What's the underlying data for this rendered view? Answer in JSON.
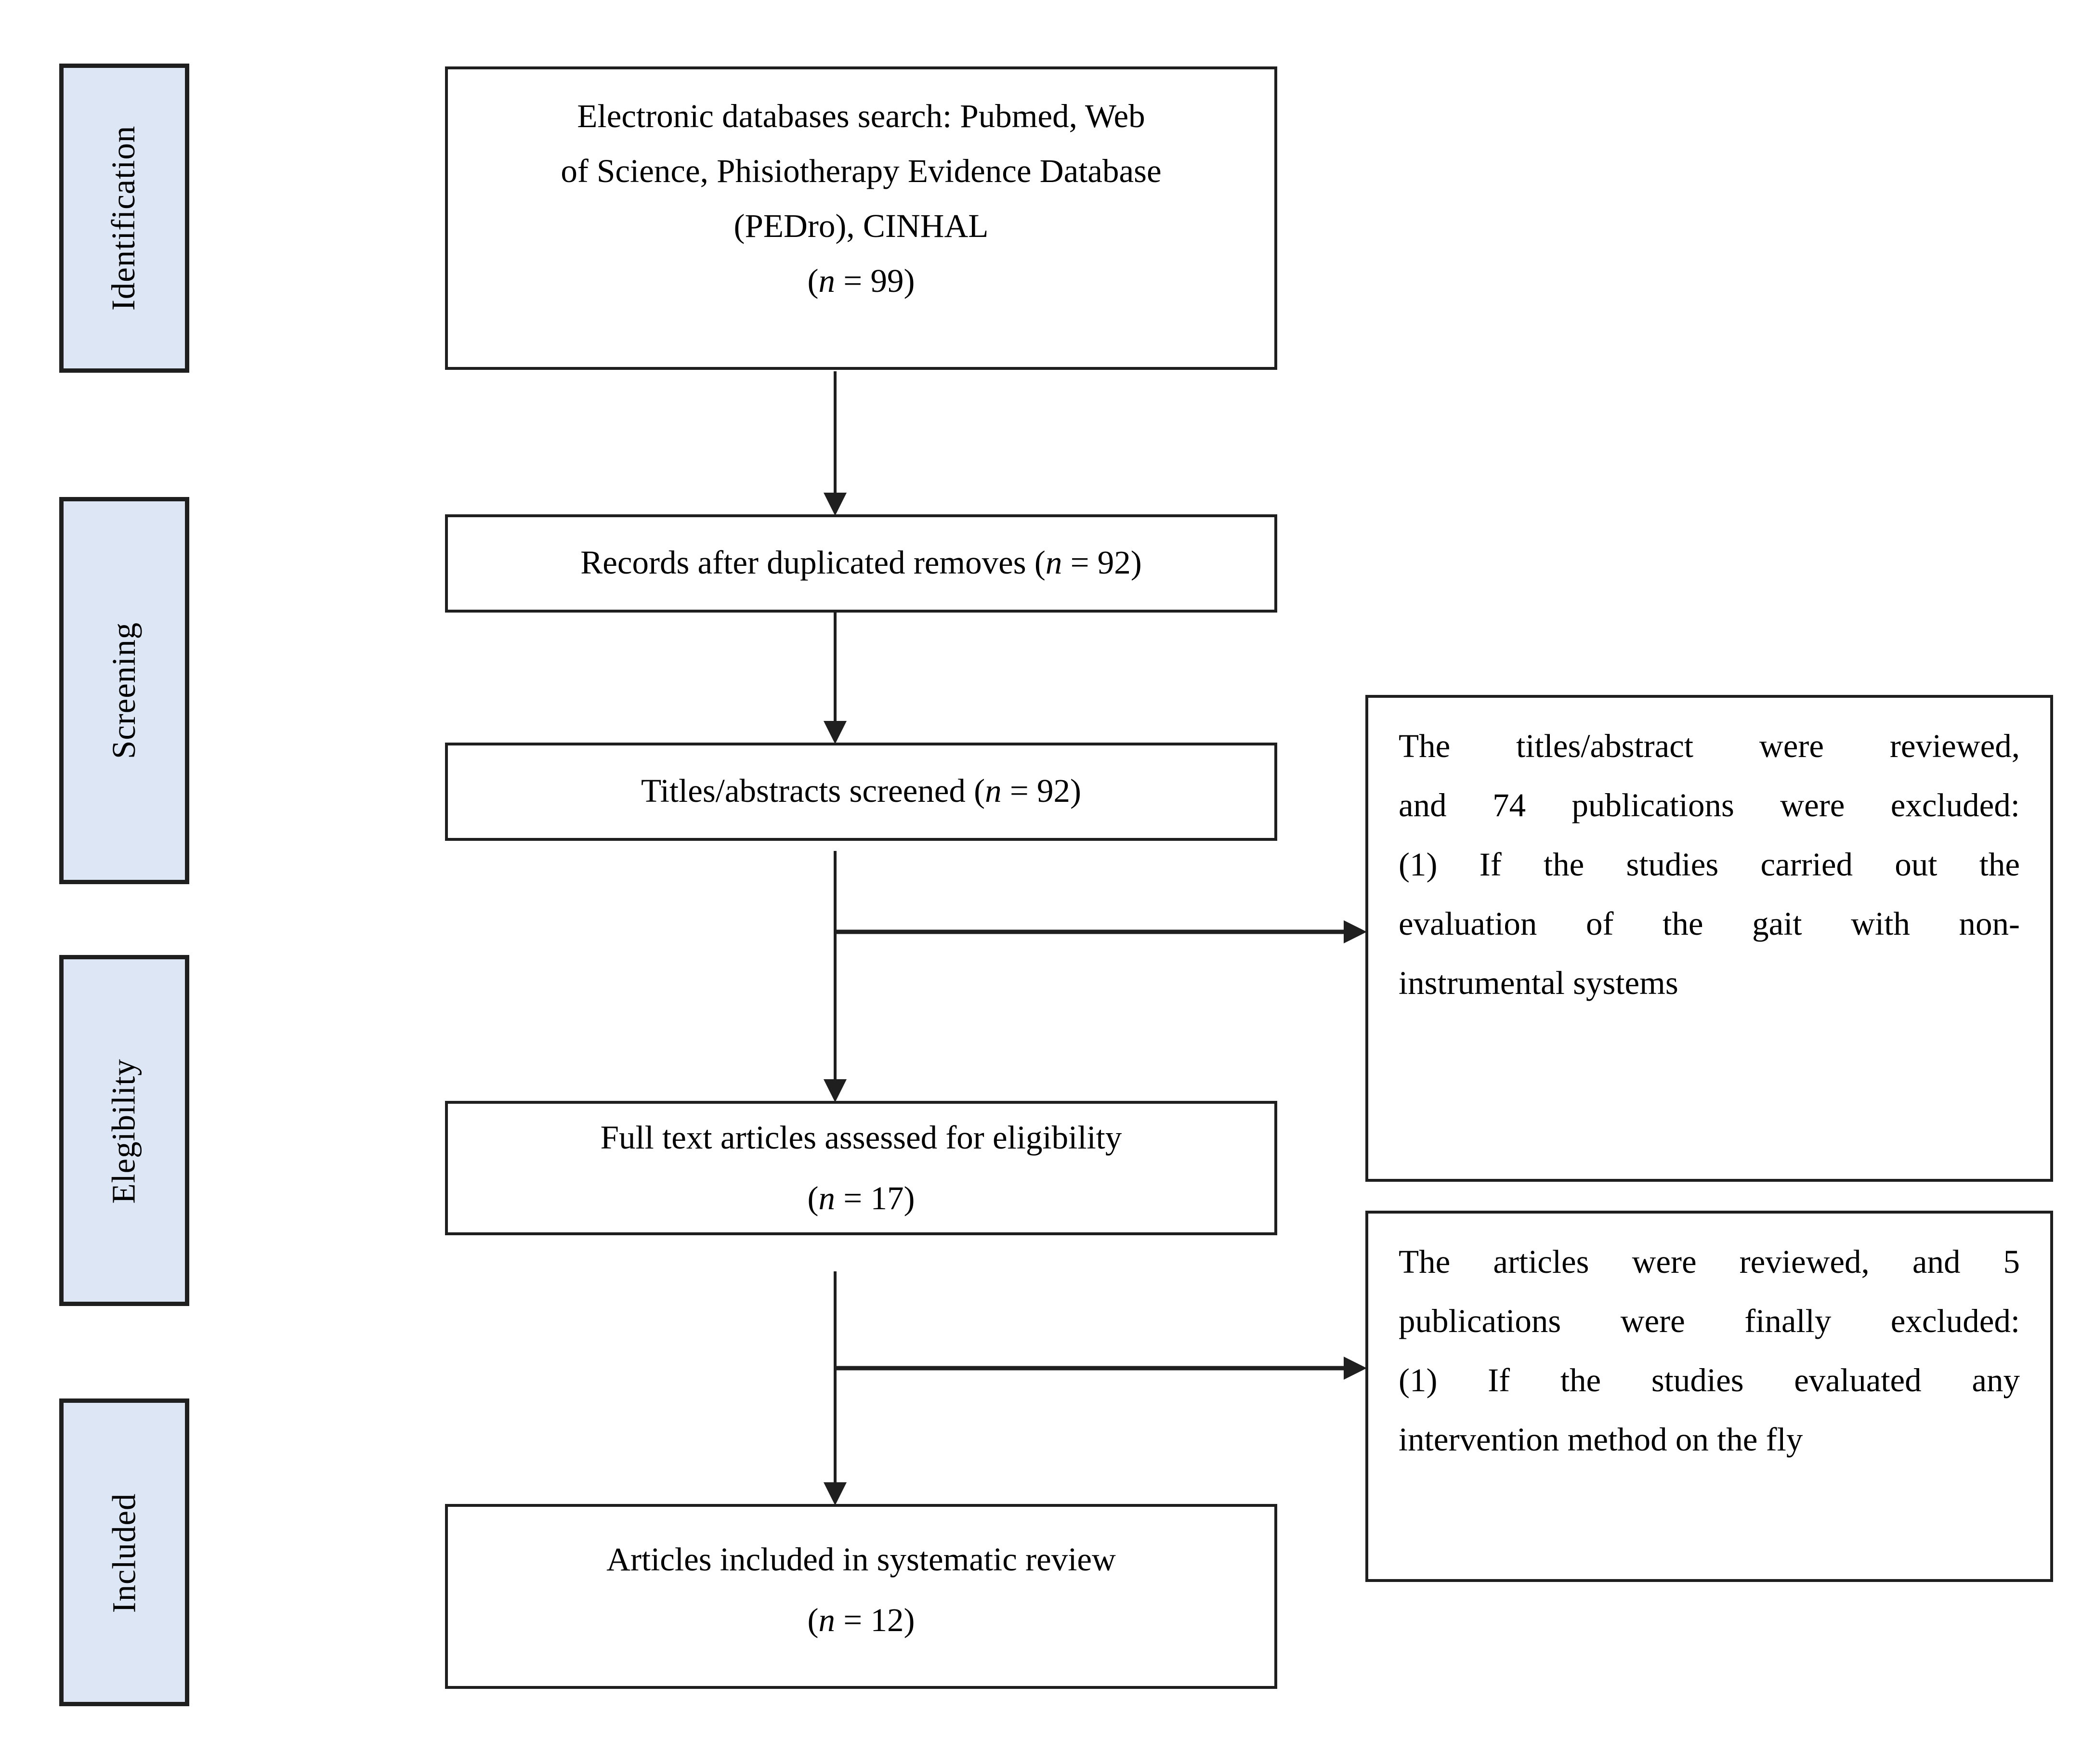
{
  "colors": {
    "background": "#ffffff",
    "stage_fill": "#dce6f4",
    "box_fill": "#ffffff",
    "border": "#1f1f1f",
    "text": "#000000"
  },
  "sidebar": {
    "stages": [
      "Identification",
      "Screening",
      "Elegibility",
      "Included"
    ]
  },
  "flow": {
    "search_box": {
      "lines": [
        "Electronic databases search: Pubmed, Web",
        "of Science, Phisiotherapy Evidence Database",
        "(PEDro), CINHAL",
        "(*n* = 99)"
      ]
    },
    "dedup_box": {
      "label": "Records after duplicated removes (*n* = 92)"
    },
    "screened_box": {
      "label": "Titles/abstracts screened (*n* = 92)"
    },
    "fulltext_box": {
      "lines": [
        "Full text articles assessed for eligibility",
        "(*n* = 17)"
      ]
    },
    "included_box": {
      "lines": [
        "Articles included in systematic review",
        "(*n* = 12)"
      ]
    }
  },
  "exclusions": {
    "screening": {
      "lines": [
        "The titles/abstract were reviewed,",
        "and 74 publications were excluded:",
        "(1) If the studies carried out the",
        "evaluation of the gait with non-",
        "instrumental systems"
      ]
    },
    "eligibility": {
      "lines": [
        "The articles were reviewed, and 5",
        "publications were finally excluded:",
        "(1) If the studies evaluated any",
        "intervention method on the fly"
      ]
    }
  }
}
